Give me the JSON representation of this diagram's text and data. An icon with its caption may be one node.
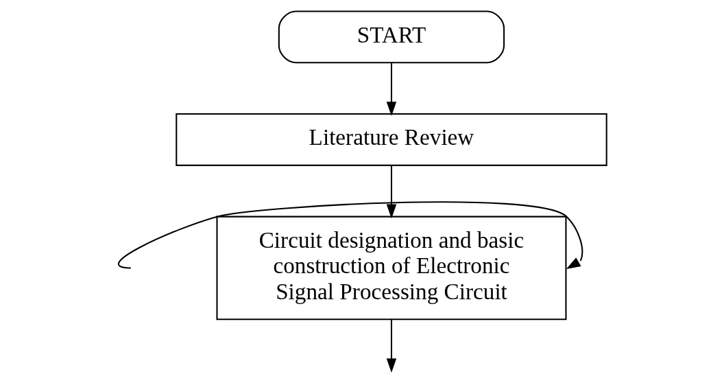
{
  "diagram": {
    "nodes": [
      {
        "text": [
          "START"
        ]
      },
      {
        "text": [
          "Literature Review"
        ]
      },
      {
        "text": [
          "Circuit designation and basic construction of Electronic Signal Processing Circuit"
        ]
      }
    ],
    "edges": [
      {
        "from": 0,
        "to": 1,
        "arrow": "to"
      },
      {
        "from": 1,
        "to": 2,
        "arrow": "to"
      },
      {
        "from": null,
        "to": 2,
        "arrow": "to"
      },
      {
        "from": 2,
        "to": null,
        "arrow": "to"
      }
    ]
  }
}
